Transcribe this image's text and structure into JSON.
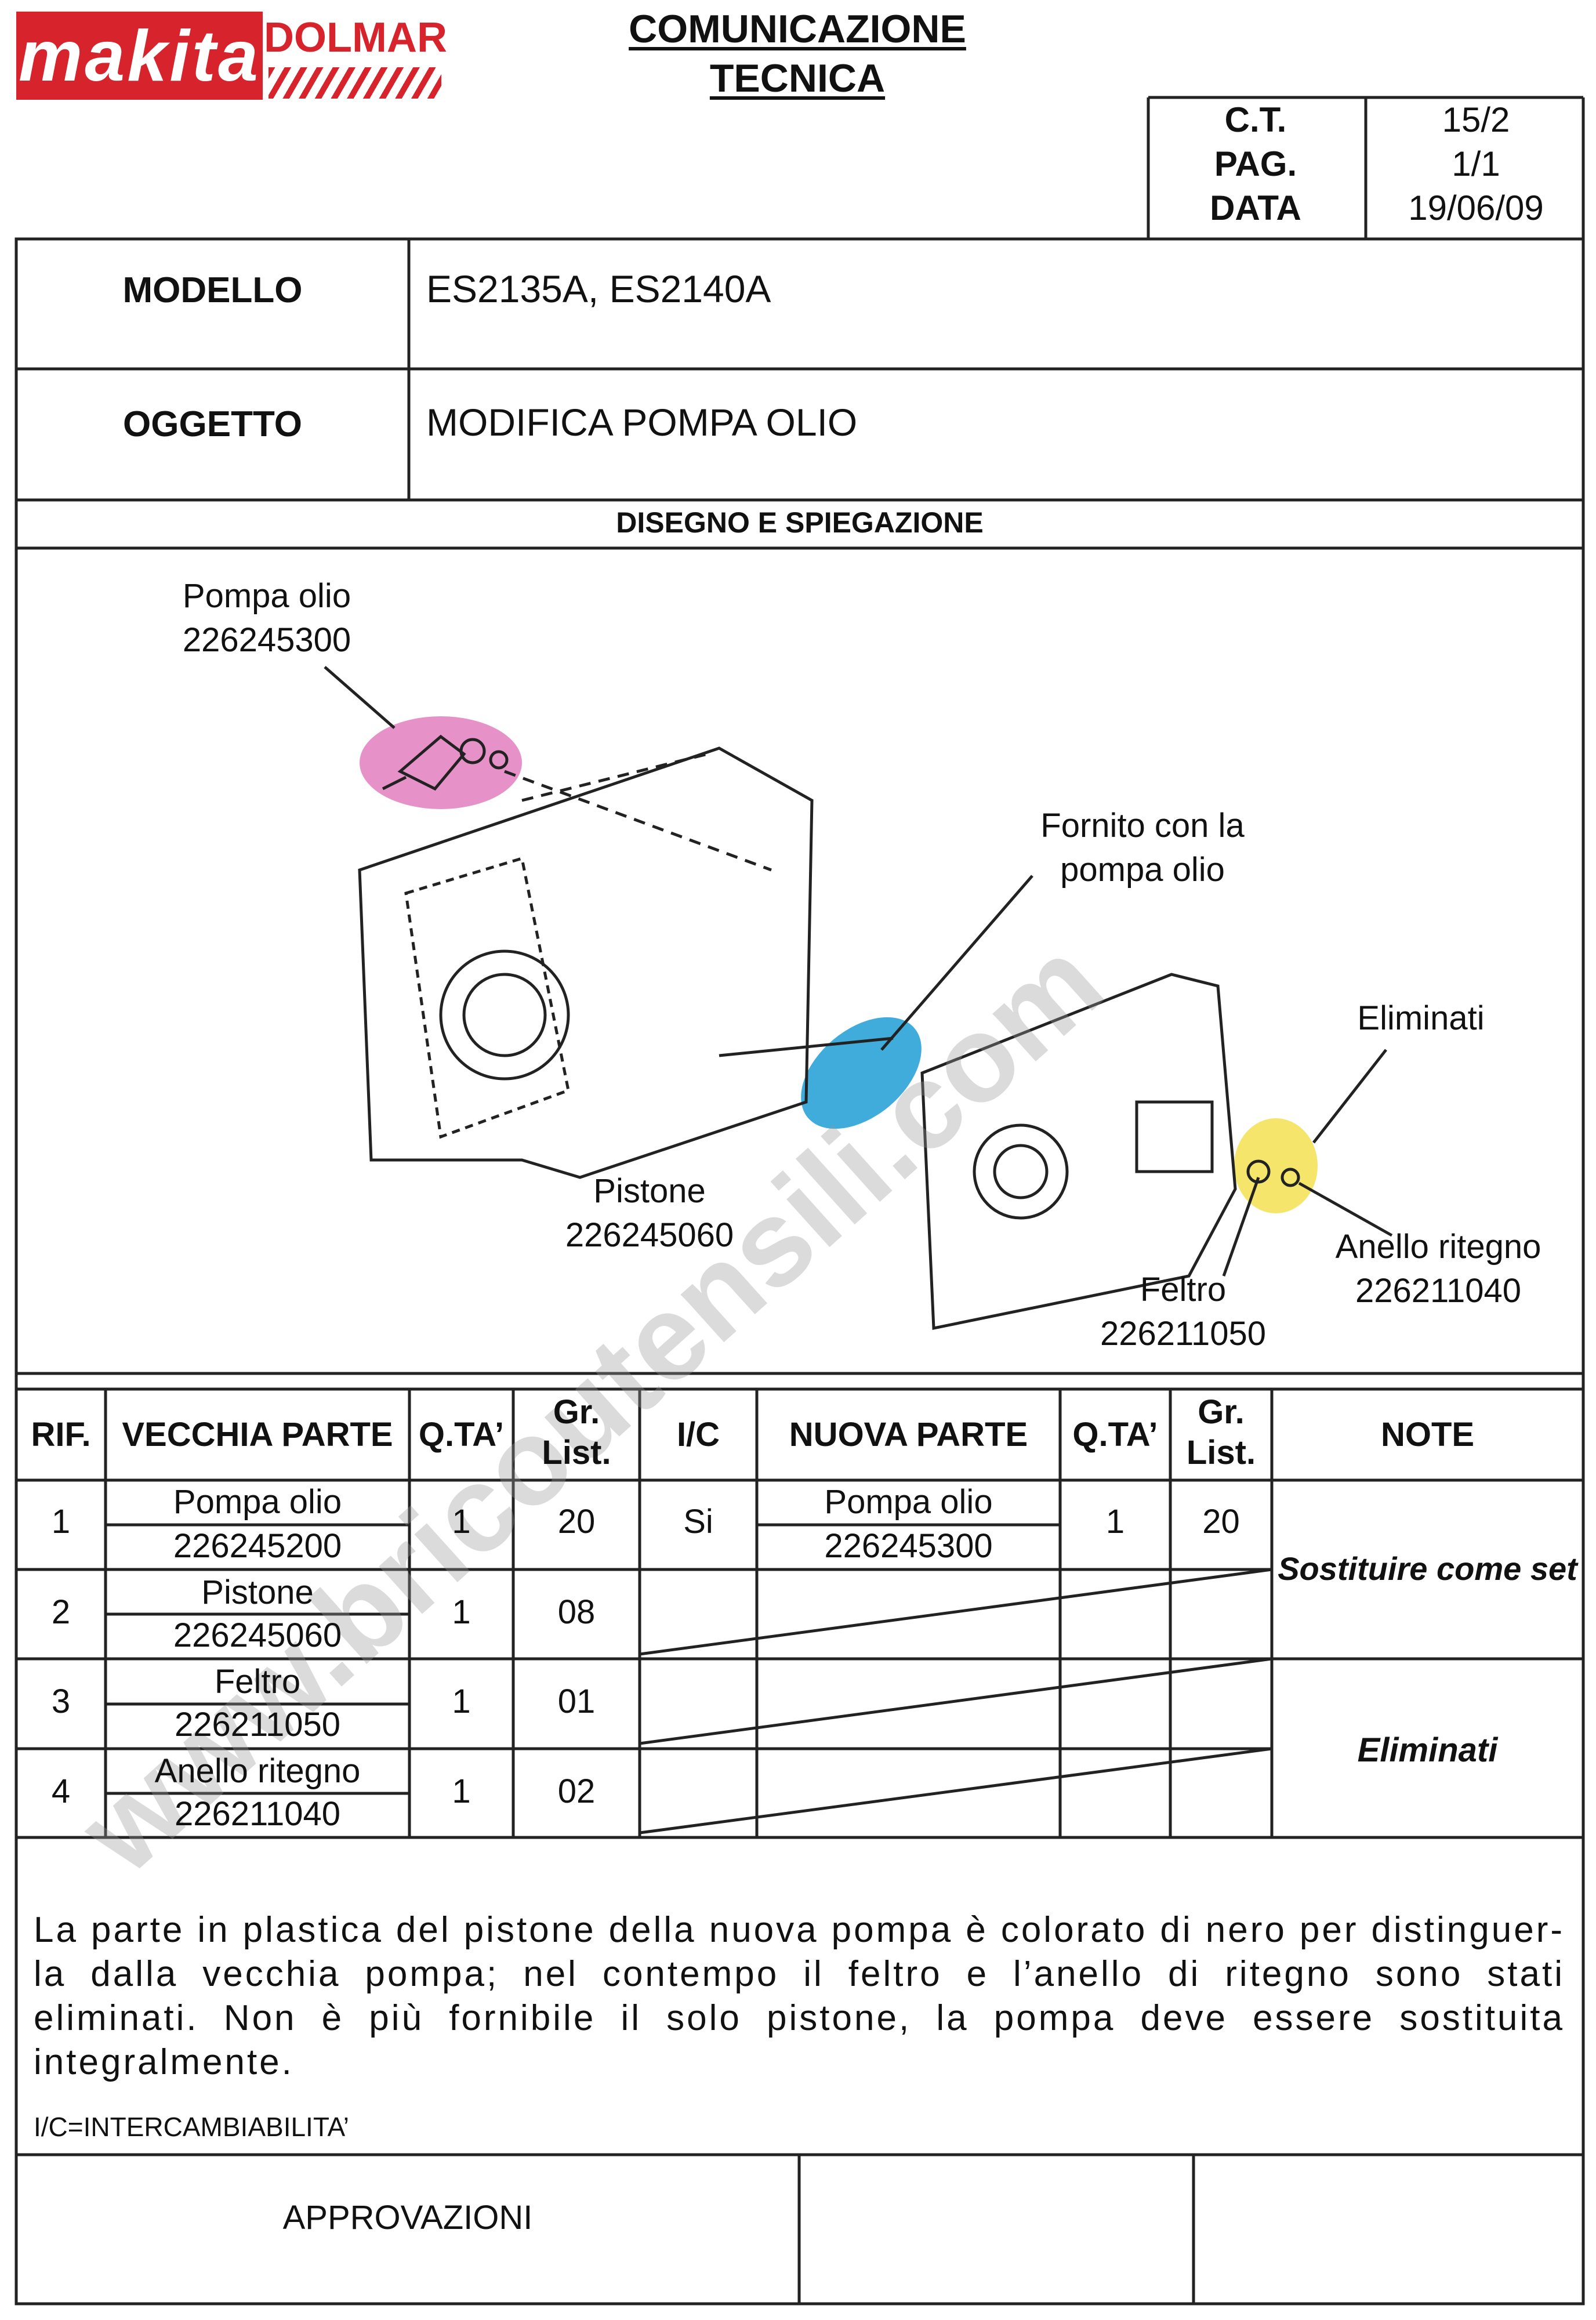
{
  "logos": {
    "makita": "makita",
    "dolmar": "DOLMAR"
  },
  "title": "COMUNICAZIONE TECNICA",
  "header": {
    "ct_label": "C.T.",
    "ct_value": "15/2",
    "pag_label": "PAG.",
    "pag_value": "1/1",
    "data_label": "DATA",
    "data_value": "19/06/09"
  },
  "modello": {
    "label": "MODELLO",
    "value": "ES2135A, ES2140A"
  },
  "oggetto": {
    "label": "OGGETTO",
    "value": "MODIFICA POMPA OLIO"
  },
  "section_title": "DISEGNO E SPIEGAZIONE",
  "diagram": {
    "pompa_name": "Pompa olio",
    "pompa_code": "226245300",
    "fornito_l1": "Fornito con la",
    "fornito_l2": "pompa olio",
    "eliminati": "Eliminati",
    "pistone_name": "Pistone",
    "pistone_code": "226245060",
    "anello_name": "Anello ritegno",
    "anello_code": "226211040",
    "feltro_name": "Feltro",
    "feltro_code": "226211050",
    "watermark": "www.bricoutensili.com"
  },
  "table": {
    "headers": {
      "rif": "RIF.",
      "vecchia": "VECCHIA PARTE",
      "qta": "Q.TA’",
      "gr1": "Gr.",
      "gr2": "List.",
      "ic": "I/C",
      "nuova": "NUOVA PARTE",
      "note": "NOTE"
    },
    "rows": [
      {
        "rif": "1",
        "name": "Pompa olio",
        "code": "226245200",
        "qta": "1",
        "gr": "20",
        "ic": "Si",
        "new_name": "Pompa olio",
        "new_code": "226245300",
        "new_qta": "1",
        "new_gr": "20"
      },
      {
        "rif": "2",
        "name": "Pistone",
        "code": "226245060",
        "qta": "1",
        "gr": "08"
      },
      {
        "rif": "3",
        "name": "Feltro",
        "code": "226211050",
        "qta": "1",
        "gr": "01"
      },
      {
        "rif": "4",
        "name": "Anello ritegno",
        "code": "226211040",
        "qta": "1",
        "gr": "02"
      }
    ],
    "note_1": "Sostituire come set",
    "note_2": "Eliminati"
  },
  "description": "La parte in plastica del pistone della nuova pompa è colorato di nero per distinguer-la dalla vecchia pompa; nel contempo il feltro e l’anello di ritegno sono stati eliminati. Non è più fornibile il solo pistone, la pompa deve essere sostituita integralmente.",
  "footnote": "I/C=INTERCAMBIABILITA’",
  "approvazioni": "APPROVAZIONI",
  "colors": {
    "brand_red": "#d7232c",
    "pump_highlight": "#e27fbf",
    "piston_highlight": "#2aa3d8",
    "eliminated_highlight": "#f5e56b"
  }
}
